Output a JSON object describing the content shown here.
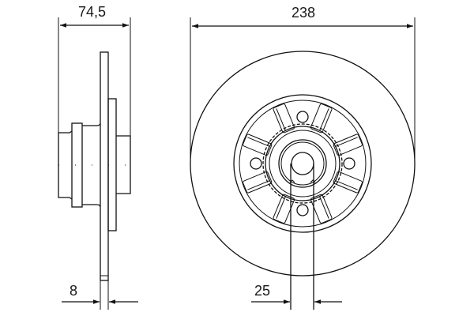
{
  "drawing": {
    "type": "brake-disc-technical-drawing",
    "views": [
      "side-view",
      "front-view"
    ],
    "line_color": "#111111",
    "background": "#ffffff"
  },
  "dimensions": {
    "overall_height": {
      "label": "74,5",
      "unit": "mm"
    },
    "diameter": {
      "label": "238",
      "unit": "mm"
    },
    "thickness": {
      "label": "8",
      "unit": "mm"
    },
    "bore": {
      "label": "25",
      "unit": "mm"
    }
  },
  "front_view": {
    "bolt_holes": 4,
    "ribs": 8
  }
}
